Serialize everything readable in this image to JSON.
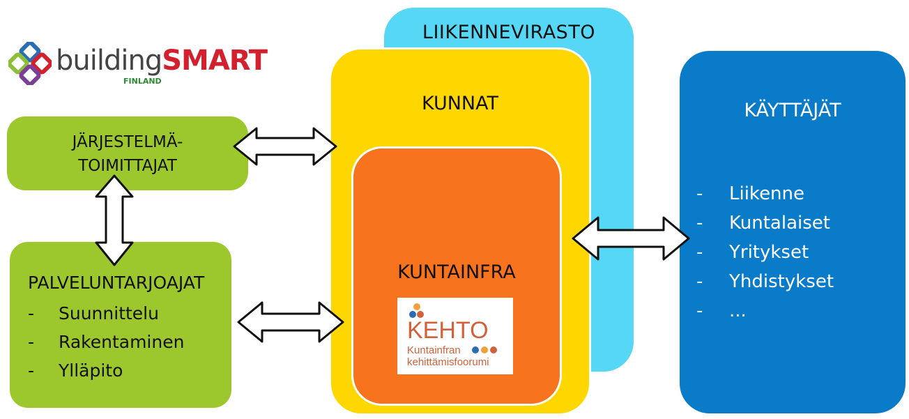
{
  "logo": {
    "word_light": "building",
    "word_bold": "SMART",
    "sub": "FINLAND"
  },
  "liikennevirasto": {
    "title": "LIIKENNEVIRASTO",
    "color": "#55d7f5"
  },
  "kunnat": {
    "title": "KUNNAT",
    "color": "#ffd700"
  },
  "kuntainfra": {
    "title": "KUNTAINFRA",
    "color": "#f7731e"
  },
  "kehto": {
    "title": "KEHTO",
    "line1": "Kuntainfran",
    "line2": "kehittämisfoorumi"
  },
  "kayttajat": {
    "title": "KÄYTTÄJÄT",
    "color": "#0a7bc9",
    "items": [
      "Liikenne",
      "Kuntalaiset",
      "Yritykset",
      "Yhdistykset",
      "..."
    ]
  },
  "jarjestelmatoimittajat": {
    "line1": "JÄRJESTELMÄ-",
    "line2": "TOIMITTAJAT",
    "color": "#9dc82d"
  },
  "palveluntarjoajat": {
    "title": "PALVELUNTARJOAJAT",
    "items": [
      "Suunnittelu",
      "Rakentaminen",
      "Ylläpito"
    ]
  },
  "bullet": "-"
}
